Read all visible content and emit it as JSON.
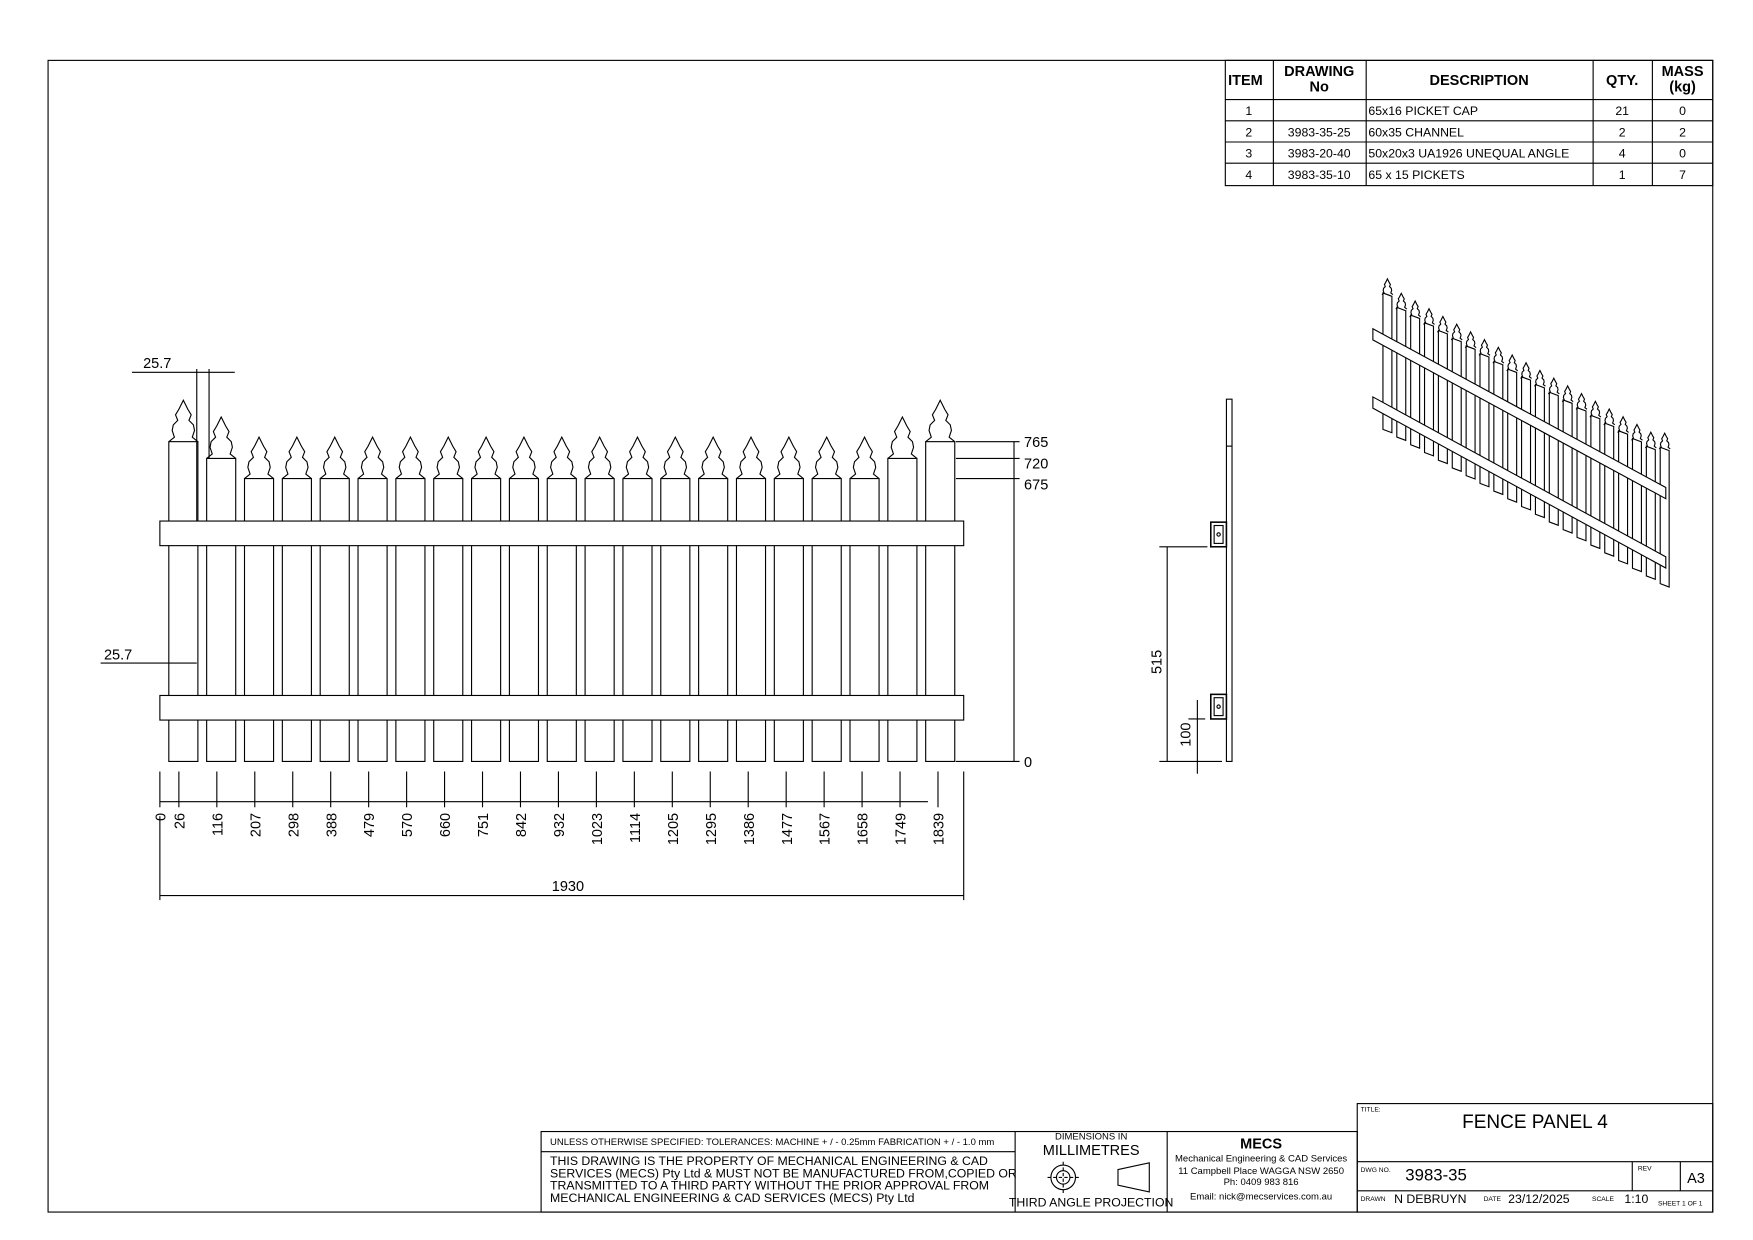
{
  "bom": {
    "headers": {
      "item": "ITEM",
      "drawing_no_1": "DRAWING",
      "drawing_no_2": "No",
      "description": "DESCRIPTION",
      "qty": "QTY.",
      "mass_1": "MASS",
      "mass_2": "(kg)"
    },
    "rows": [
      {
        "item": "1",
        "drawing_no": "",
        "description": "65x16 PICKET CAP",
        "qty": "21",
        "mass": "0"
      },
      {
        "item": "2",
        "drawing_no": "3983-35-25",
        "description": "60x35 CHANNEL",
        "qty": "2",
        "mass": "2"
      },
      {
        "item": "3",
        "drawing_no": "3983-20-40",
        "description": "50x20x3 UA1926 UNEQUAL ANGLE",
        "qty": "4",
        "mass": "0"
      },
      {
        "item": "4",
        "drawing_no": "3983-35-10",
        "description": "65 x 15 PICKETS",
        "qty": "1",
        "mass": "7"
      }
    ]
  },
  "front_view": {
    "picket_count": 21,
    "dim_top_gap": "25.7",
    "dim_side_gap": "25.7",
    "height_dims": [
      "765",
      "720",
      "675",
      "0"
    ],
    "ordinates": [
      "0",
      "26",
      "116",
      "207",
      "298",
      "388",
      "479",
      "570",
      "660",
      "751",
      "842",
      "932",
      "1023",
      "1114",
      "1205",
      "1295",
      "1386",
      "1477",
      "1567",
      "1658",
      "1749",
      "1839"
    ],
    "overall_width": "1930"
  },
  "side_view": {
    "dim_rail_spacing": "515",
    "dim_bottom": "100"
  },
  "title_block": {
    "tolerances": "UNLESS OTHERWISE SPECIFIED: TOLERANCES: MACHINE + / - 0.25mm  FABRICATION + / - 1.0 mm",
    "property_lines": [
      "THIS DRAWING IS THE PROPERTY OF MECHANICAL ENGINEERING & CAD",
      "SERVICES (MECS) Pty Ltd & MUST NOT BE MANUFACTURED FROM,COPIED OR",
      "TRANSMITTED TO A THIRD PARTY WITHOUT THE PRIOR APPROVAL FROM",
      "MECHANICAL ENGINEERING & CAD SERVICES (MECS) Pty Ltd"
    ],
    "dimensions_in": "DIMENSIONS IN",
    "units": "MILLIMETRES",
    "projection": "THIRD ANGLE PROJECTION",
    "company_logo": "MECS",
    "company_name": "Mechanical Engineering & CAD Services",
    "address": "11 Campbell Place WAGGA NSW 2650",
    "phone": "Ph: 0409 983 816",
    "email": "Email: nick@mecservices.com.au",
    "title_label": "TITLE:",
    "title": "FENCE PANEL 4",
    "dwg_no_label": "DWG NO.",
    "dwg_no": "3983-35",
    "rev_label": "REV",
    "rev": "A3",
    "drawn_label": "DRAWN",
    "drawn": "N DEBRUYN",
    "date_label": "DATE",
    "date": "23/12/2025",
    "scale_label": "SCALE",
    "scale": "1:10",
    "sheet": "SHEET 1 OF 1"
  }
}
